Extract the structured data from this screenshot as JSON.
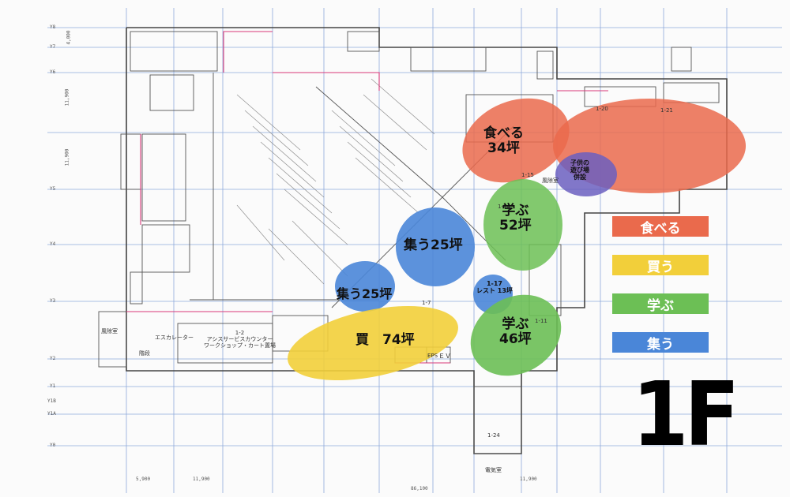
{
  "zones": {
    "eat_main": {
      "line1": "食べる",
      "line2": "34坪",
      "color": "#ea6a4c"
    },
    "eat_right": {
      "color": "#ea6a4c"
    },
    "kids_area": {
      "line1": "子供の",
      "line2": "遊び場",
      "line3": "併設",
      "color": "#6b5fbf"
    },
    "learn_top": {
      "line1": "学ぶ",
      "line2": "52坪",
      "color": "#6cbf55"
    },
    "learn_bottom": {
      "line1": "学ぶ",
      "line2": "46坪",
      "color": "#6cbf55"
    },
    "gather_center": {
      "line1": "集う25坪",
      "color": "#4a86d8"
    },
    "gather_left": {
      "line1": "集う25坪",
      "color": "#4a86d8"
    },
    "gather_small": {
      "line1": "1-17",
      "line2": "レスト 13坪",
      "color": "#4a86d8"
    },
    "buy_main": {
      "line1": "買　74坪",
      "color": "#f2cf3a"
    }
  },
  "legend": [
    {
      "label": "食べる",
      "color": "#ea6a4c"
    },
    {
      "label": "買う",
      "color": "#f2cf3a"
    },
    {
      "label": "学ぶ",
      "color": "#6cbf55"
    },
    {
      "label": "集う",
      "color": "#4a86d8"
    }
  ],
  "floor": {
    "label": "1F"
  },
  "rooms": {
    "service_counter": {
      "line1": "1-2",
      "line2": "アシスサービスカウンター",
      "line3": "ワークショップ・カート置場"
    },
    "escalator": "エスカレーター",
    "wind_room_left": "風除室",
    "stairs_left": "階段",
    "wind_room_right": "風除室",
    "ev": "ＥＶ",
    "eps": "EPS",
    "elec_room": "電気室",
    "room_1_20": "1-20",
    "room_1_21": "1-21",
    "room_1_15": "1-15",
    "room_1_14": "1-14",
    "room_1_11": "1-11",
    "room_1_24": "1-24",
    "room_1_7": "1-7"
  },
  "dimensions": {
    "bottom_total": "86,100",
    "bottom_1": "5,900",
    "bottom_2": "11,900",
    "bottom_3": "11,900",
    "left_1": "4,000",
    "left_2": "11,900",
    "left_3": "11,900"
  },
  "grid_labels": [
    "Y8",
    "Y7",
    "Y6",
    "Y5",
    "Y4",
    "Y3",
    "Y2",
    "Y1",
    "Y1B",
    "Y1A",
    "Y0"
  ]
}
